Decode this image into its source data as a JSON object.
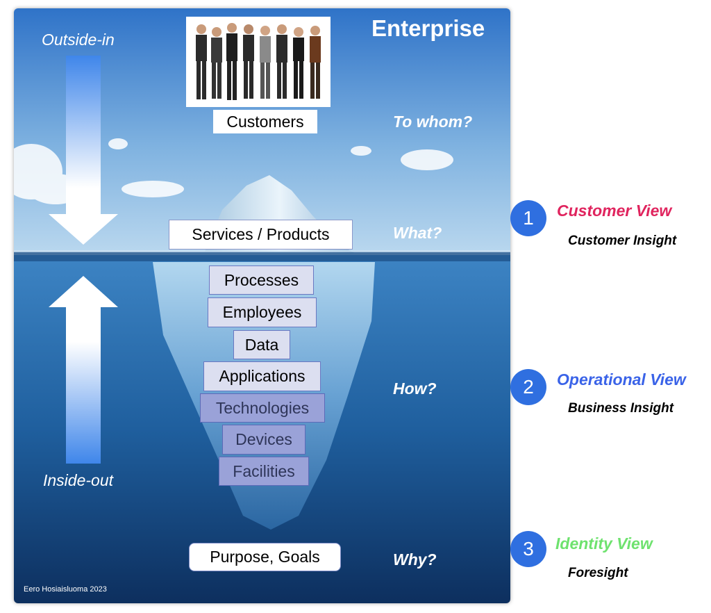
{
  "header": {
    "title": "Enterprise"
  },
  "arrows": {
    "top_label": "Outside-in",
    "bottom_label": "Inside-out"
  },
  "layers": {
    "customers": "Customers",
    "services": "Services / Products",
    "processes": "Processes",
    "employees": "Employees",
    "data": "Data",
    "applications": "Applications",
    "technologies": "Technologies",
    "devices": "Devices",
    "facilities": "Facilities",
    "purpose": "Purpose, Goals"
  },
  "questions": {
    "to_whom": "To whom?",
    "what": "What?",
    "how": "How?",
    "why": "Why?"
  },
  "credit": "Eero Hosiaisluoma  2023",
  "views": [
    {
      "number": "1",
      "title": "Customer View",
      "subtitle": "Customer Insight",
      "color": "#e0245e"
    },
    {
      "number": "2",
      "title": "Operational View",
      "subtitle": "Business Insight",
      "color": "#3a63e8"
    },
    {
      "number": "3",
      "title": "Identity View",
      "subtitle": "Foresight",
      "color": "#6ee26e"
    }
  ],
  "icons": {
    "customers_photo": "business-people-photo-icon",
    "iceberg": "iceberg-icon"
  }
}
